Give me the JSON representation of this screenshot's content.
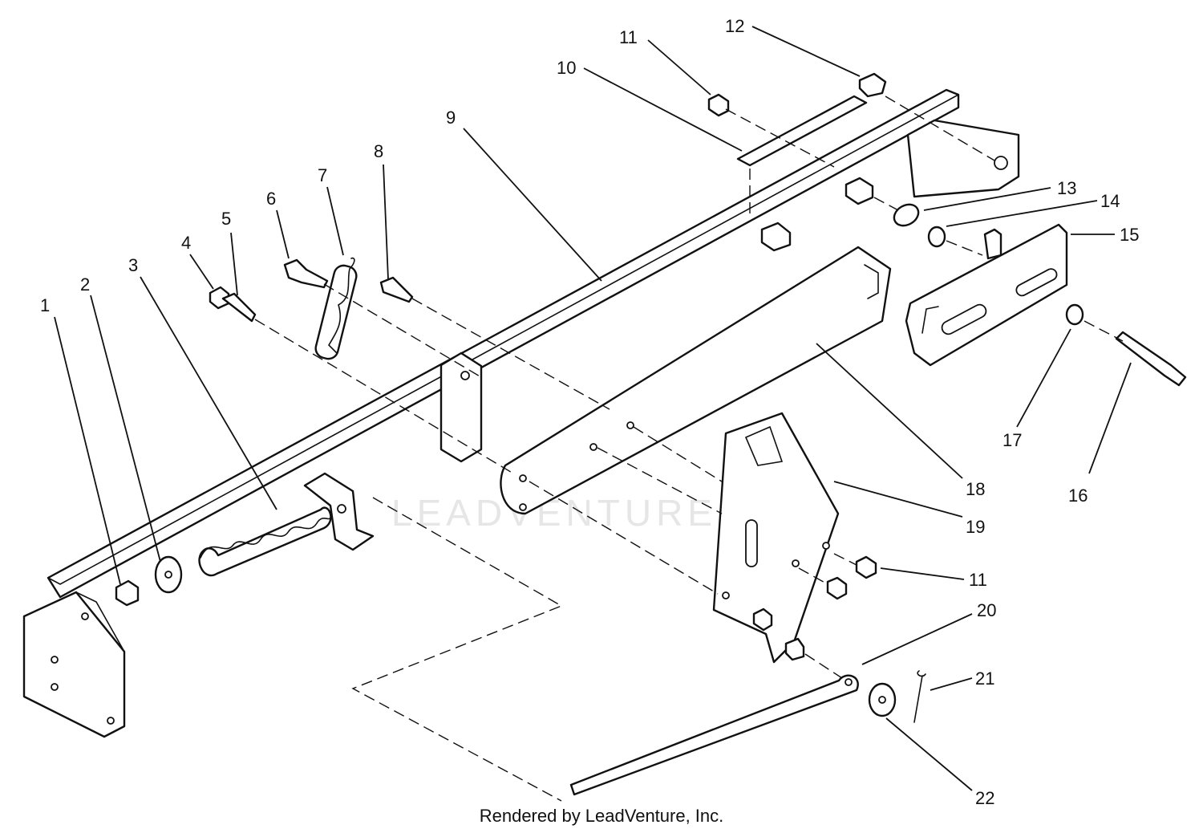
{
  "diagram": {
    "watermark": "LEADVENTURE",
    "credit": "Rendered by LeadVenture, Inc.",
    "callouts": [
      {
        "id": "c1",
        "text": "1"
      },
      {
        "id": "c2",
        "text": "2"
      },
      {
        "id": "c3",
        "text": "3"
      },
      {
        "id": "c4",
        "text": "4"
      },
      {
        "id": "c5",
        "text": "5"
      },
      {
        "id": "c6",
        "text": "6"
      },
      {
        "id": "c7",
        "text": "7"
      },
      {
        "id": "c8",
        "text": "8"
      },
      {
        "id": "c9",
        "text": "9"
      },
      {
        "id": "c10",
        "text": "10"
      },
      {
        "id": "c11a",
        "text": "11"
      },
      {
        "id": "c12",
        "text": "12"
      },
      {
        "id": "c13",
        "text": "13"
      },
      {
        "id": "c14",
        "text": "14"
      },
      {
        "id": "c15",
        "text": "15"
      },
      {
        "id": "c16",
        "text": "16"
      },
      {
        "id": "c17",
        "text": "17"
      },
      {
        "id": "c18",
        "text": "18"
      },
      {
        "id": "c19",
        "text": "19"
      },
      {
        "id": "c11b",
        "text": "11"
      },
      {
        "id": "c20",
        "text": "20"
      },
      {
        "id": "c21",
        "text": "21"
      },
      {
        "id": "c22",
        "text": "22"
      }
    ]
  }
}
